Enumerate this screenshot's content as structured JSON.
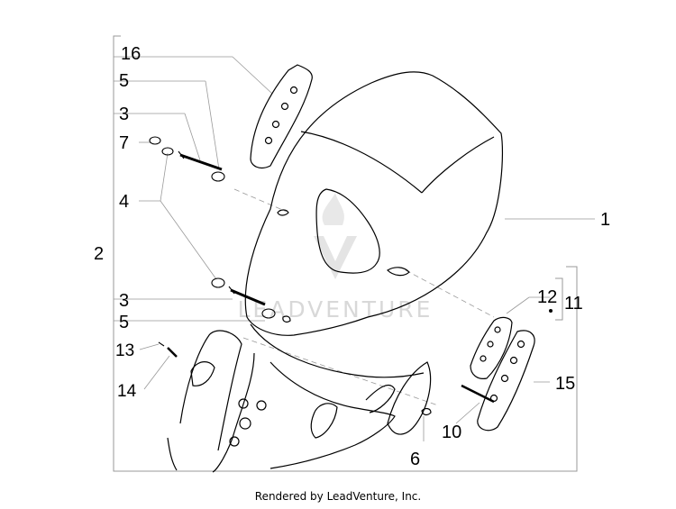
{
  "diagram": {
    "callouts": {
      "c1": "1",
      "c2": "2",
      "c3a": "3",
      "c3b": "3",
      "c4": "4",
      "c5a": "5",
      "c5b": "5",
      "c6": "6",
      "c7": "7",
      "c10": "10",
      "c11": "11",
      "c12": "12",
      "c13": "13",
      "c14": "14",
      "c15": "15",
      "c16": "16"
    },
    "watermark": "LEADVENTURE"
  },
  "footer": {
    "text": "Rendered by LeadVenture, Inc."
  },
  "colors": {
    "line": "#000000",
    "leader": "#999999",
    "watermark": "#d8d8d8"
  }
}
